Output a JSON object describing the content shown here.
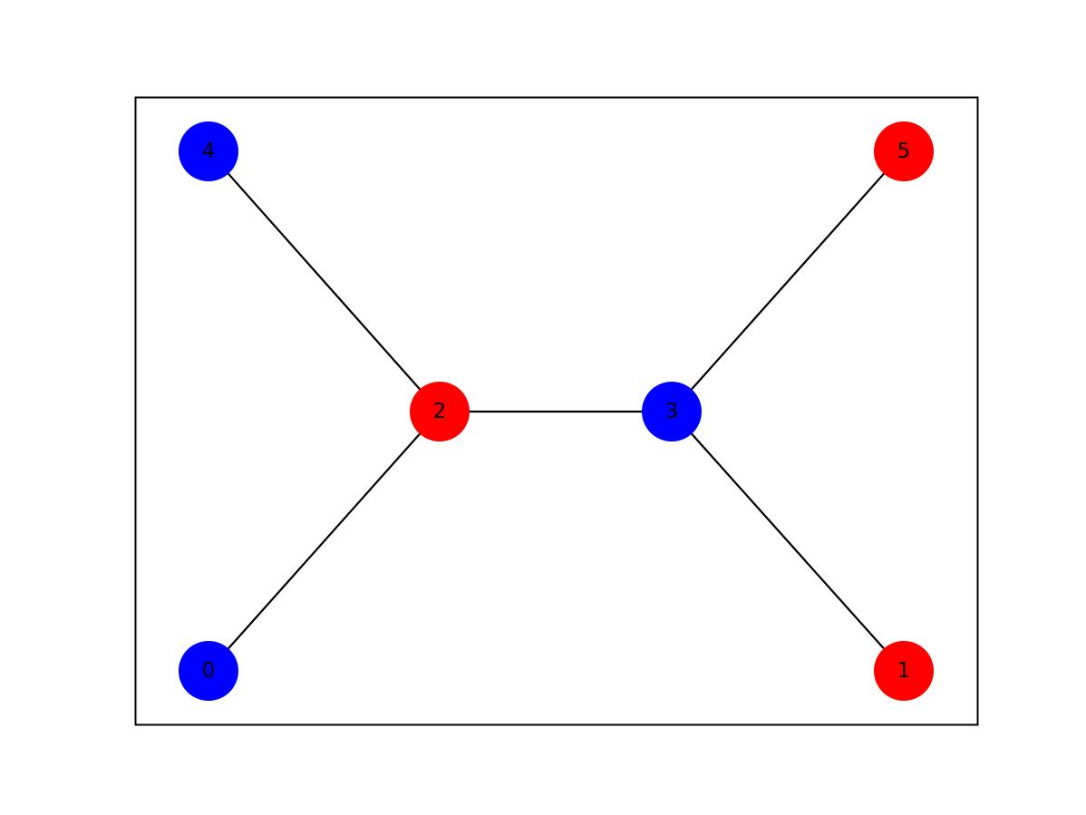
{
  "graph": {
    "nodes": [
      {
        "id": "0",
        "label": "0",
        "color": "#0000ff"
      },
      {
        "id": "1",
        "label": "1",
        "color": "#ff0000"
      },
      {
        "id": "2",
        "label": "2",
        "color": "#ff0000"
      },
      {
        "id": "3",
        "label": "3",
        "color": "#0000ff"
      },
      {
        "id": "4",
        "label": "4",
        "color": "#0000ff"
      },
      {
        "id": "5",
        "label": "5",
        "color": "#ff0000"
      }
    ],
    "edges": [
      [
        "4",
        "2"
      ],
      [
        "0",
        "2"
      ],
      [
        "2",
        "3"
      ],
      [
        "3",
        "5"
      ],
      [
        "3",
        "1"
      ]
    ],
    "edge_color": "#000000",
    "frame_color": "#000000"
  }
}
